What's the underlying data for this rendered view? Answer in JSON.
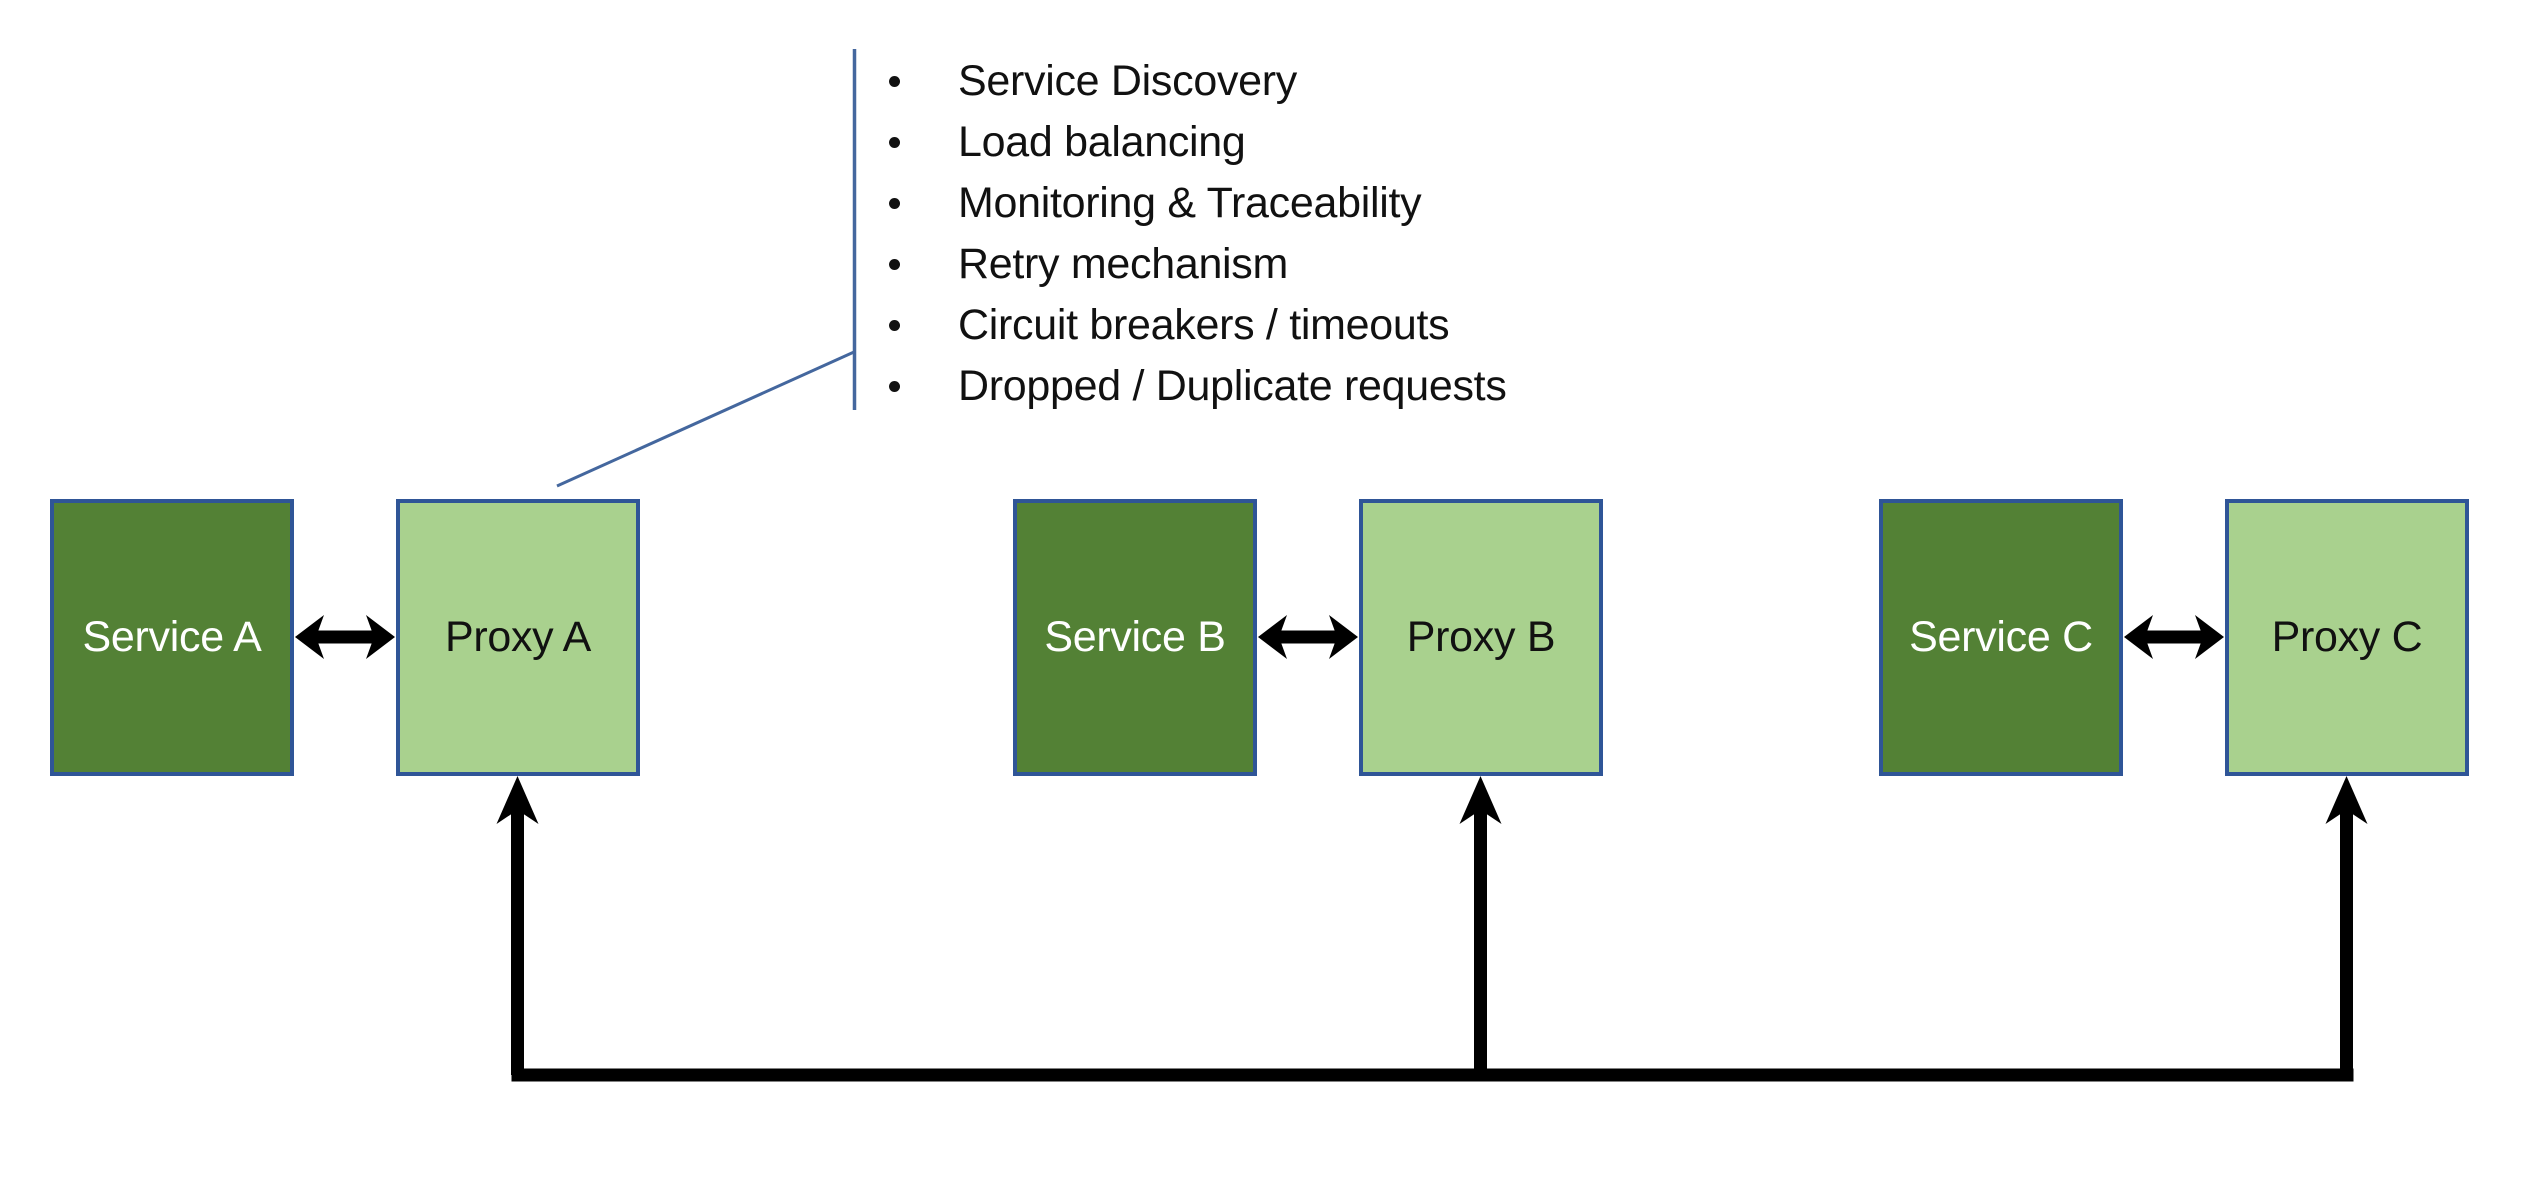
{
  "callout": {
    "items": [
      "Service Discovery",
      "Load balancing",
      "Monitoring & Traceability",
      "Retry mechanism",
      "Circuit breakers / timeouts",
      "Dropped / Duplicate requests"
    ]
  },
  "groups": [
    {
      "service": "Service A",
      "proxy": "Proxy A"
    },
    {
      "service": "Service B",
      "proxy": "Proxy B"
    },
    {
      "service": "Service C",
      "proxy": "Proxy C"
    }
  ],
  "colors": {
    "service_box_fill": "#538135",
    "proxy_box_fill": "#A9D18E",
    "box_border": "#2F5597",
    "service_text": "#FFFFFF",
    "proxy_text": "#111111",
    "bullet_text": "#111111",
    "callout_line": "#44679E",
    "arrow_black": "#000000"
  }
}
